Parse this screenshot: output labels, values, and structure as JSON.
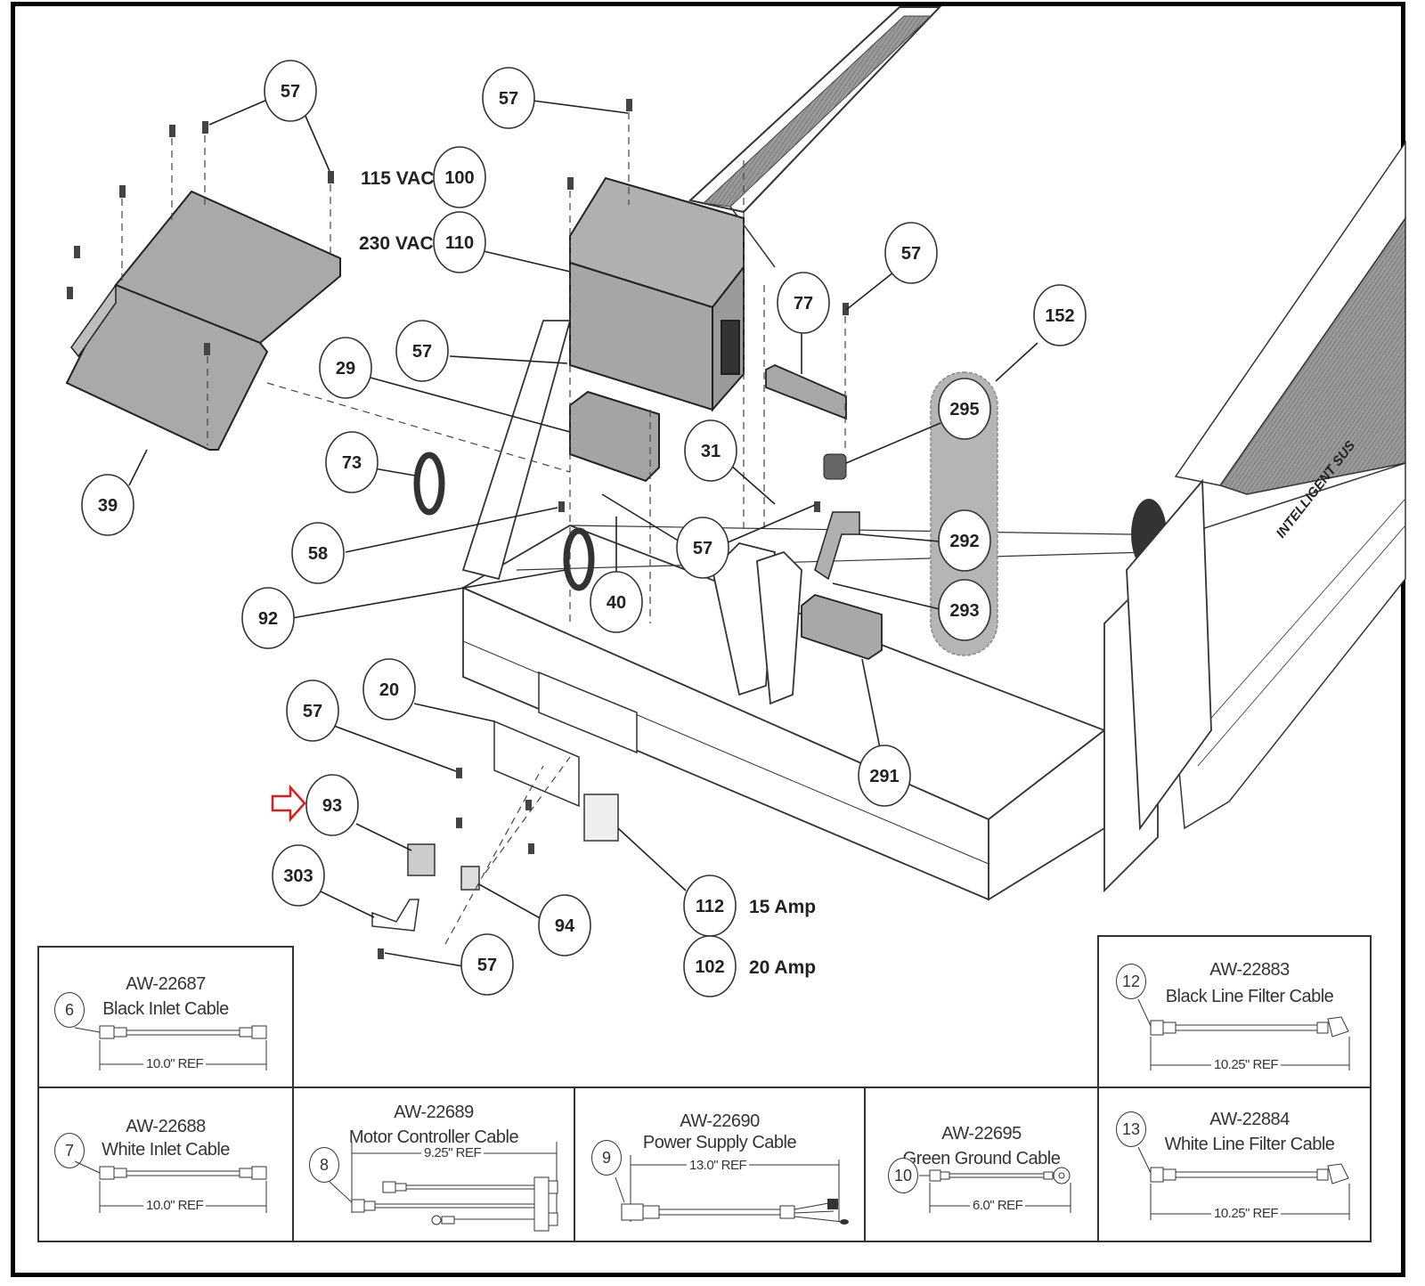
{
  "diagram": {
    "subject": "Treadmill motor pan / electrical components exploded view",
    "side_text": "INTELLIGENT SUS",
    "callouts": [
      {
        "id": "c57-a",
        "label": "57"
      },
      {
        "id": "c57-b",
        "label": "57"
      },
      {
        "id": "c100",
        "label": "100"
      },
      {
        "id": "c110",
        "label": "110"
      },
      {
        "id": "c57-c",
        "label": "57"
      },
      {
        "id": "c77",
        "label": "77"
      },
      {
        "id": "c152",
        "label": "152"
      },
      {
        "id": "c57-d",
        "label": "57"
      },
      {
        "id": "c29",
        "label": "29"
      },
      {
        "id": "c295",
        "label": "295"
      },
      {
        "id": "c31",
        "label": "31"
      },
      {
        "id": "c73",
        "label": "73"
      },
      {
        "id": "c39",
        "label": "39"
      },
      {
        "id": "c58",
        "label": "58"
      },
      {
        "id": "c57-e",
        "label": "57"
      },
      {
        "id": "c292",
        "label": "292"
      },
      {
        "id": "c40",
        "label": "40"
      },
      {
        "id": "c293",
        "label": "293"
      },
      {
        "id": "c92",
        "label": "92"
      },
      {
        "id": "c20",
        "label": "20"
      },
      {
        "id": "c57-f",
        "label": "57"
      },
      {
        "id": "c291",
        "label": "291"
      },
      {
        "id": "c93",
        "label": "93"
      },
      {
        "id": "c303",
        "label": "303"
      },
      {
        "id": "c94",
        "label": "94"
      },
      {
        "id": "c112",
        "label": "112"
      },
      {
        "id": "c102",
        "label": "102"
      },
      {
        "id": "c57-g",
        "label": "57"
      }
    ],
    "variant_labels": {
      "vac115": "115 VAC",
      "vac230": "230 VAC",
      "amp15": "15 Amp",
      "amp20": "20 Amp"
    },
    "highlight": {
      "target_callout": "93",
      "arrow_color": "#e01b1b"
    },
    "group_color": "#b5b5b5"
  },
  "cables": [
    {
      "index": "6",
      "part_number": "AW-22687",
      "name": "Black Inlet Cable",
      "length": "10.0\" REF"
    },
    {
      "index": "12",
      "part_number": "AW-22883",
      "name": "Black Line Filter Cable",
      "length": "10.25\" REF"
    },
    {
      "index": "7",
      "part_number": "AW-22688",
      "name": "White Inlet Cable",
      "length": "10.0\" REF"
    },
    {
      "index": "8",
      "part_number": "AW-22689",
      "name": "Motor Controller Cable",
      "length": "9.25\" REF"
    },
    {
      "index": "9",
      "part_number": "AW-22690",
      "name": "Power Supply Cable",
      "length": "13.0\" REF"
    },
    {
      "index": "10",
      "part_number": "AW-22695",
      "name": "Green Ground Cable",
      "length": "6.0\" REF"
    },
    {
      "index": "13",
      "part_number": "AW-22884",
      "name": "White Line Filter Cable",
      "length": "10.25\" REF"
    }
  ]
}
